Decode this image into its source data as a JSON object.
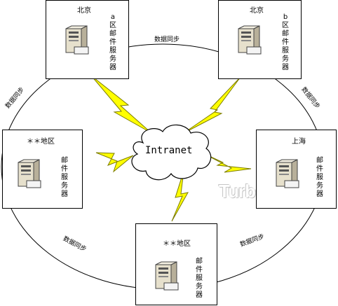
{
  "network": {
    "label": "Intranet"
  },
  "watermark": {
    "text": "TurboMail"
  },
  "nodes": {
    "beijing_a": {
      "location": "北京",
      "role": "a区邮件服务器"
    },
    "beijing_b": {
      "location": "北京",
      "role": "b区邮件服务器"
    },
    "region_left": {
      "location": "＊＊地区",
      "role": "邮件服务器"
    },
    "shanghai": {
      "location": "上海",
      "role": "邮件服务器"
    },
    "region_bottom": {
      "location": "＊＊地区",
      "role": "邮件服务器"
    }
  },
  "sync_labels": {
    "top": "数据同步",
    "left": "数据同步",
    "right": "数据同步",
    "bottom_left": "数据同步",
    "bottom_right": "数据同步"
  },
  "colors": {
    "link": "#ffff00",
    "link_stroke": "#7d7d00",
    "cloud": "#ffffff"
  }
}
